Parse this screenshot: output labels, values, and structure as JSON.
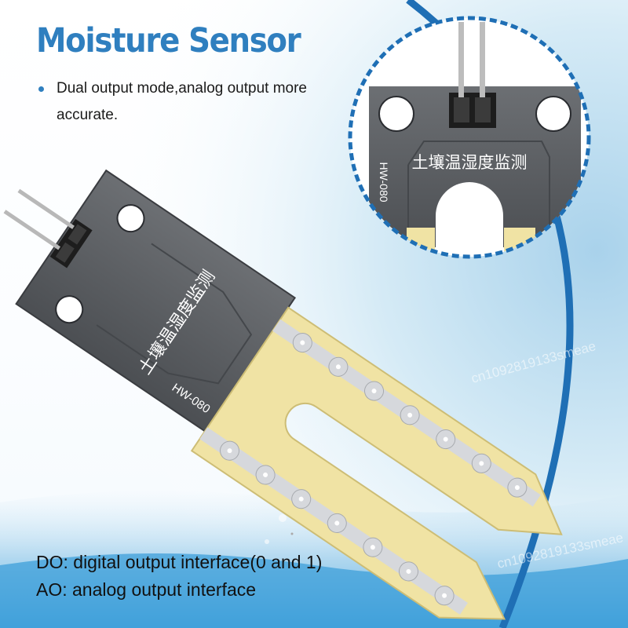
{
  "title": "Moisture Sensor",
  "feature_bullet": "Dual output mode,analog output more accurate.",
  "board": {
    "chinese_label": "土壤温湿度监测",
    "model": "HW-080"
  },
  "interfaces": {
    "do_line": "DO: digital output interface(0 and 1)",
    "ao_line": "AO: analog output interface"
  },
  "watermarks": [
    "cn1092819133smeae",
    "cn1092819133smeae"
  ],
  "colors": {
    "title_blue": "#2f7fbf",
    "arc_blue": "#1f6fb5",
    "board_gray": "#5c5f63",
    "pcb_cream": "#f0e3a4",
    "trace_silver": "#c9ccd0"
  },
  "icons": [
    "bullet-dot-icon",
    "mounting-hole-icon",
    "pin-header-icon"
  ]
}
